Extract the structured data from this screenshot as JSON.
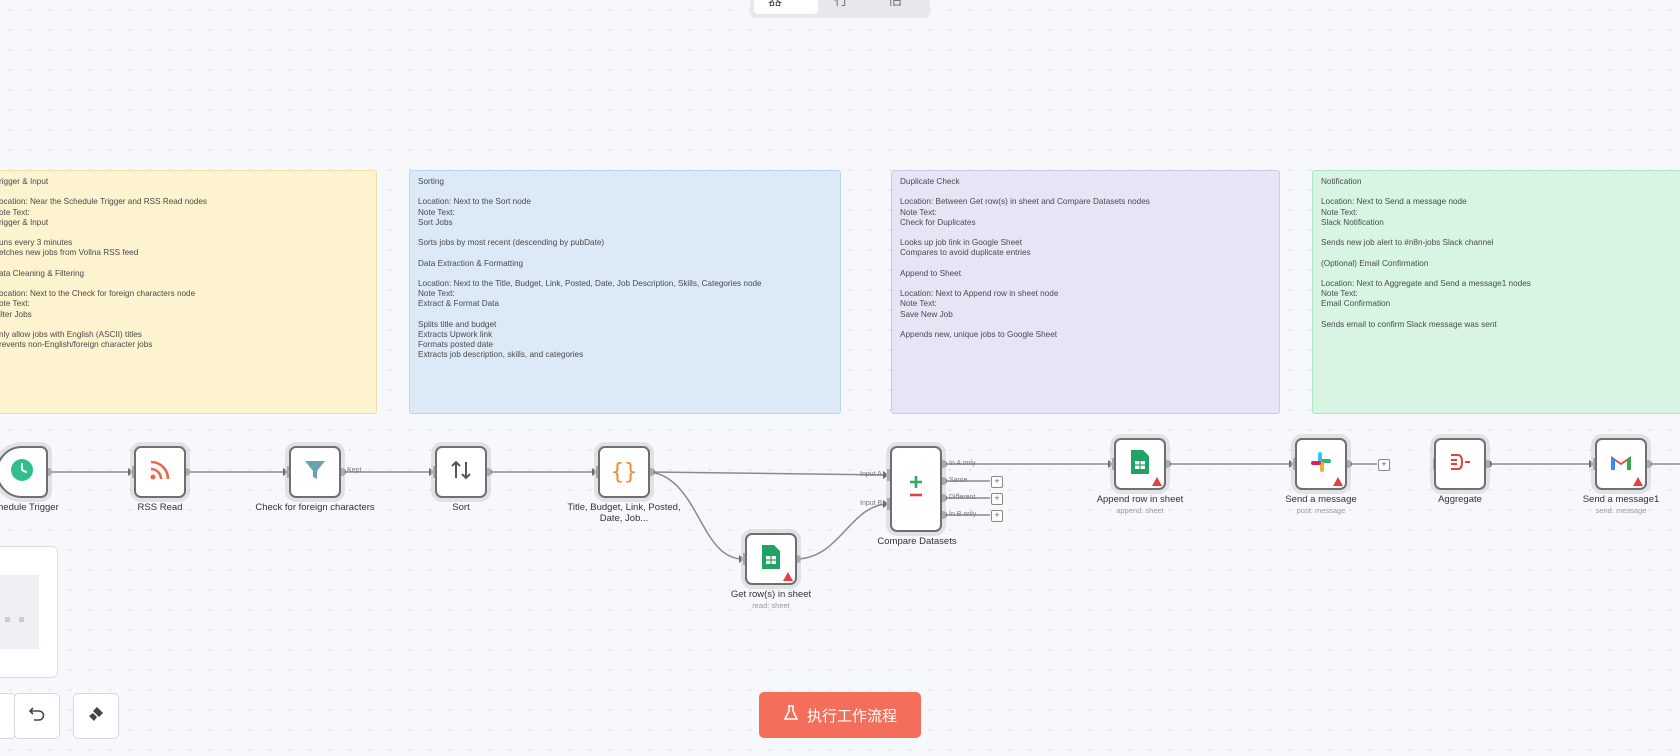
{
  "tabs": [
    {
      "label": "编辑器",
      "active": true
    },
    {
      "label": "执行",
      "active": false
    },
    {
      "label": "评估",
      "active": false
    }
  ],
  "sticky_notes": {
    "trigger": [
      "rigger & Input",
      "",
      "ocation: Near the Schedule Trigger and RSS Read nodes",
      "ote Text:",
      "rigger & Input",
      "",
      "uns every 3 minutes",
      "etches new jobs from Vollna RSS feed",
      "",
      "ata Cleaning & Filtering",
      "",
      "ocation: Next to the Check for foreign characters node",
      "ote Text:",
      "ilter Jobs",
      "",
      "nly allow jobs with English (ASCII) titles",
      "revents non-English/foreign character jobs"
    ],
    "sorting": [
      "Sorting",
      "",
      "Location: Next to the Sort node",
      "Note Text:",
      "Sort Jobs",
      "",
      "Sorts jobs by most recent (descending by pubDate)",
      "",
      "Data Extraction & Formatting",
      "",
      "Location: Next to the Title, Budget, Link, Posted, Date, Job Description, Skills, Categories node",
      "Note Text:",
      "Extract & Format Data",
      "",
      "Splits title and budget",
      "Extracts Upwork link",
      "Formats posted date",
      "Extracts job description, skills, and categories"
    ],
    "duplicate": [
      "Duplicate Check",
      "",
      "Location: Between Get row(s) in sheet and Compare Datasets nodes",
      "Note Text:",
      "Check for Duplicates",
      "",
      "Looks up job link in Google Sheet",
      "Compares to avoid duplicate entries",
      "",
      "Append to Sheet",
      "",
      "Location: Next to Append row in sheet node",
      "Note Text:",
      "Save New Job",
      "",
      "Appends new, unique jobs to Google Sheet"
    ],
    "notification": [
      "Notification",
      "",
      "Location: Next to Send a message node",
      "Note Text:",
      "Slack Notification",
      "",
      "Sends new job alert to #n8n-jobs Slack channel",
      "",
      "(Optional) Email Confirmation",
      "",
      "Location: Next to Aggregate and Send a message1 nodes",
      "Note Text:",
      "Email Confirmation",
      "",
      "Sends email to confirm Slack message was sent"
    ]
  },
  "nodes": {
    "schedule": {
      "label": "chedule Trigger",
      "icon": "clock-icon"
    },
    "rss": {
      "label": "RSS Read",
      "icon": "rss-icon"
    },
    "filter": {
      "label": "Check for foreign characters",
      "icon": "filter-icon",
      "out_label": "Kept"
    },
    "sort": {
      "label": "Sort",
      "icon": "sort-icon"
    },
    "code": {
      "label": "Title, Budget, Link, Posted, Date, Job...",
      "icon": "code-braces-icon"
    },
    "getrows": {
      "label": "Get row(s) in sheet",
      "sub": "read: sheet",
      "icon": "google-sheets-icon"
    },
    "compare": {
      "label": "Compare Datasets",
      "icon": "compare-icon",
      "inputs": [
        "Input A",
        "Input B"
      ],
      "outputs": [
        "In A only",
        "Same",
        "Different",
        "In B only"
      ]
    },
    "append": {
      "label": "Append row in sheet",
      "sub": "append: sheet",
      "icon": "google-sheets-icon"
    },
    "slack": {
      "label": "Send a message",
      "sub": "post: message",
      "icon": "slack-icon"
    },
    "aggregate": {
      "label": "Aggregate",
      "icon": "aggregate-icon"
    },
    "gmail": {
      "label": "Send a message1",
      "sub": "send: message",
      "icon": "gmail-icon"
    }
  },
  "run_button": {
    "label": "执行工作流程",
    "icon": "flask-icon"
  },
  "controls": [
    {
      "icon": "undo-icon"
    },
    {
      "icon": "clear-icon"
    }
  ]
}
